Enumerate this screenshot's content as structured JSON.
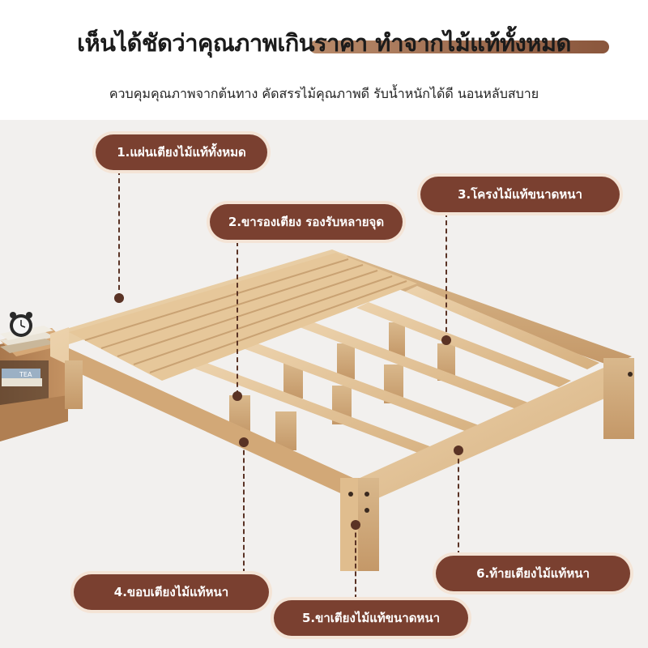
{
  "header": {
    "title": "เห็นได้ชัดว่าคุณภาพเกินราคา ทำจากไม้แท้ทั้งหมด",
    "subtitle": "ควบคุมคุณภาพจากต้นทาง คัดสรรไม้คุณภาพดี รับน้ำหนักได้ดี นอนหลับสบาย",
    "accent_color": "#8a563c"
  },
  "callouts": [
    {
      "label": "1.แผ่นเตียงไม้แท้ทั้งหมด"
    },
    {
      "label": "2.ขารองเตียง รองรับหลายจุด"
    },
    {
      "label": "3.โครงไม้แท้ขนาดหนา"
    },
    {
      "label": "4.ขอบเตียงไม้แท้หนา"
    },
    {
      "label": "5.ขาเตียงไม้แท้ขนาดหนา"
    },
    {
      "label": "6.ท้ายเตียงไม้แท้หนา"
    }
  ],
  "colors": {
    "pill": "#7a4030",
    "pill_glow": "#f4e4d6",
    "wood": "#e3c49a",
    "background": "#f2f0ee"
  },
  "icons": [
    "alarm-clock-icon"
  ],
  "nightstand": {
    "book_title": "TEA"
  }
}
